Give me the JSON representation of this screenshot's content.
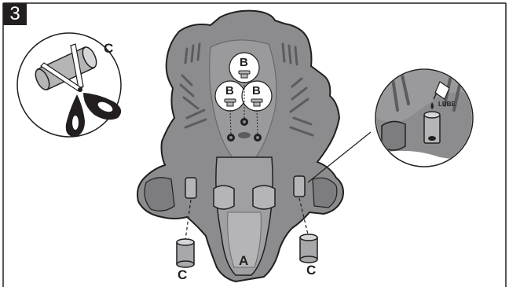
{
  "step": {
    "number": "3"
  },
  "labels": {
    "tube_label": "C",
    "screw_label": "B",
    "shell_label": "A"
  },
  "callout": {
    "lube_text": "LUBE"
  },
  "colors": {
    "shell_fill": "#8c8b8d",
    "shell_dark": "#6a696b",
    "shell_light": "#b5b4b6",
    "outline": "#231f20",
    "tube_fill": "#a8a7a9",
    "badge_bg": "#231f20",
    "badge_text": "#ffffff"
  }
}
